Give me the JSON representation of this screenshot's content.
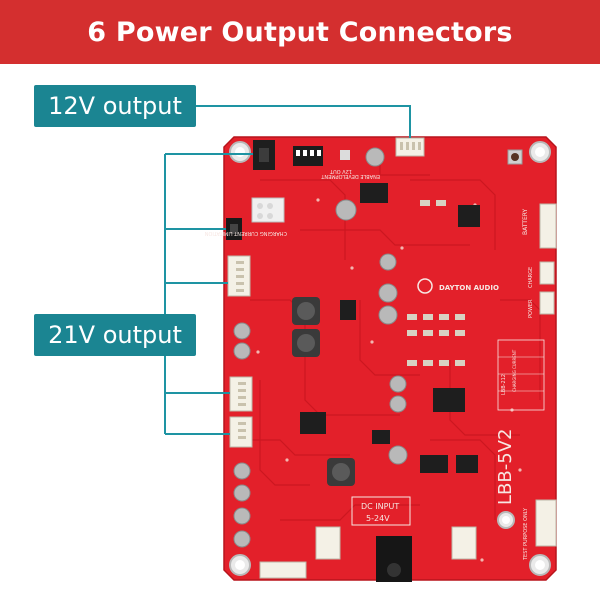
{
  "banner": {
    "title": "6 Power Output Connectors",
    "color": "#d42f2f"
  },
  "callouts": {
    "color": "#1b8592",
    "line_color": "#1e94a3",
    "output_12v": "12V output",
    "output_21v": "21V output"
  },
  "board": {
    "pcb_color": "#e3202a",
    "brand": "DAYTON AUDIO",
    "model": "LBB-5V2",
    "dc_input_label": "DC INPUT",
    "dc_input_range": "5-24V",
    "charging_label": "CHARGING CURRENT LIMITATION",
    "enable_label": "ENABLE DEVELOPMENT",
    "out_label": "12V OUT",
    "battery_label": "BATTERY",
    "charge_label": "CHARGE",
    "power_label": "POWER",
    "test_label": "TEST PURPOSE ONLY",
    "part_label": "LBB-212",
    "current_label": "CHARGING CURRENT"
  }
}
